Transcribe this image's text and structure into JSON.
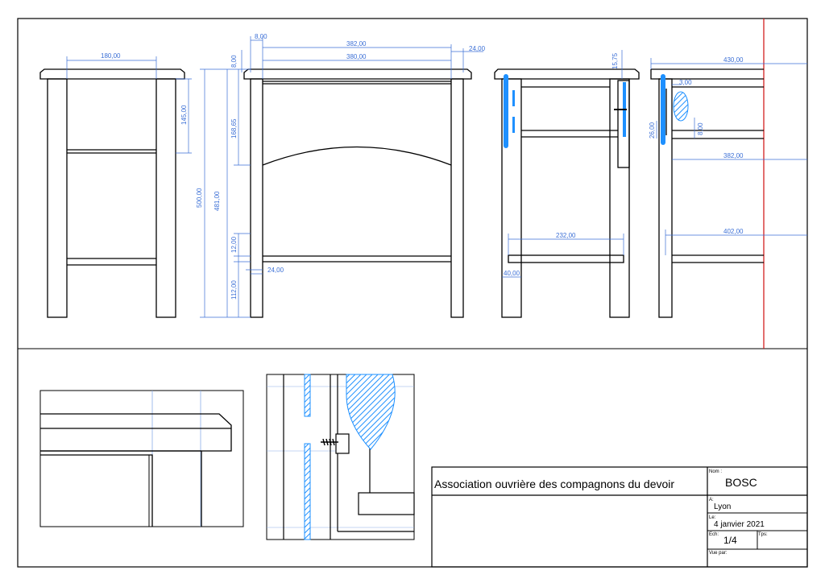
{
  "drawing": {
    "dimensions": {
      "side_width": "180,00",
      "top_overhang": "8,00",
      "top_thickness": "8,00",
      "front_total": "382,00",
      "front_inner": "380,00",
      "front_edge": "24,00",
      "upper_rail": "145,00",
      "apron_height": "168,65",
      "overall_height": "500,00",
      "leg_height": "481,00",
      "shelf_thickness": "12,00",
      "shelf_height": "112,00",
      "leg_width": "24,00",
      "section_top": "15,75",
      "section_shelf": "232,00",
      "section_leg": "40,00",
      "right_depth": "430,00",
      "right_gap": "3,00",
      "right_small_a": "26,00",
      "right_small_b": "8,00",
      "right_inner": "382,00",
      "right_shelf": "402,00"
    },
    "colors": {
      "line": "#000000",
      "dimension": "#3b6fd6",
      "highlight": "#1e90ff",
      "axis": "#d22020"
    }
  },
  "title_block": {
    "organization": "Association ouvrière des compagnons du devoir",
    "nom_label": "Nom :",
    "nom_value": "BOSC",
    "a_label": "A:",
    "a_value": "Lyon",
    "le_label": "Le:",
    "le_value": "4 janvier 2021",
    "ech_label": "Ech:",
    "ech_value": "1/4",
    "tps_label": "Tps:",
    "vue_label": "Vue par:"
  }
}
